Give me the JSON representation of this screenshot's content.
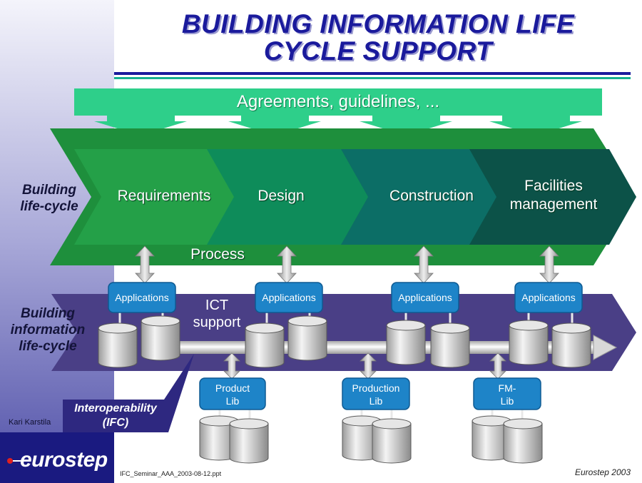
{
  "slide": {
    "title_line1": "BUILDING INFORMATION LIFE",
    "title_line2": "CYCLE SUPPORT",
    "top_banner": "Agreements, guidelines, ...",
    "row_labels": {
      "building_lifecycle": [
        "Building",
        "life-cycle"
      ],
      "information_lifecycle": [
        "Building",
        "information",
        "life-cycle"
      ]
    },
    "phases": [
      "Requirements",
      "Design",
      "Construction",
      "Facilities management"
    ],
    "process_label": "Process",
    "applications_label": "Applications",
    "ict_label": [
      "ICT",
      "support"
    ],
    "libraries": [
      {
        "line1": "Product",
        "line2": "Lib"
      },
      {
        "line1": "Production",
        "line2": "Lib"
      },
      {
        "line1": "FM-",
        "line2": "Lib"
      }
    ],
    "interoperability": [
      "Interoperability",
      "(IFC)"
    ],
    "author": "Kari Karstila",
    "logo_text": "eurostep",
    "filename": "IFC_Seminar_AAA_2003-08-12.ppt",
    "copyright": "Eurostep 2003",
    "colors": {
      "title": "#1a1a9c",
      "banner": "#2ecf8a",
      "process_band": "#1e8f3c",
      "phase_requirements": "#24a048",
      "phase_design": "#0e8c5a",
      "phase_construction": "#0c6e66",
      "phase_facilities": "#0c5248",
      "ict_band": "#4a3f86",
      "application_box": "#1e84c8",
      "sidebar": "#5050a8"
    }
  }
}
